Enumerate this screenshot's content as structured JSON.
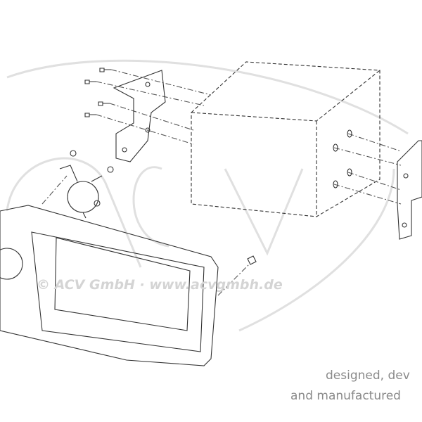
{
  "watermark": {
    "logo_text": "ACV",
    "copyright": "© ACV GmbH · www.acvgmbh.de"
  },
  "credit": {
    "line1": "designed, dev",
    "line2": "and manufactured"
  },
  "colors": {
    "line": "#333333",
    "watermark": "#d8d8d8",
    "credit": "#8a8a8a"
  }
}
